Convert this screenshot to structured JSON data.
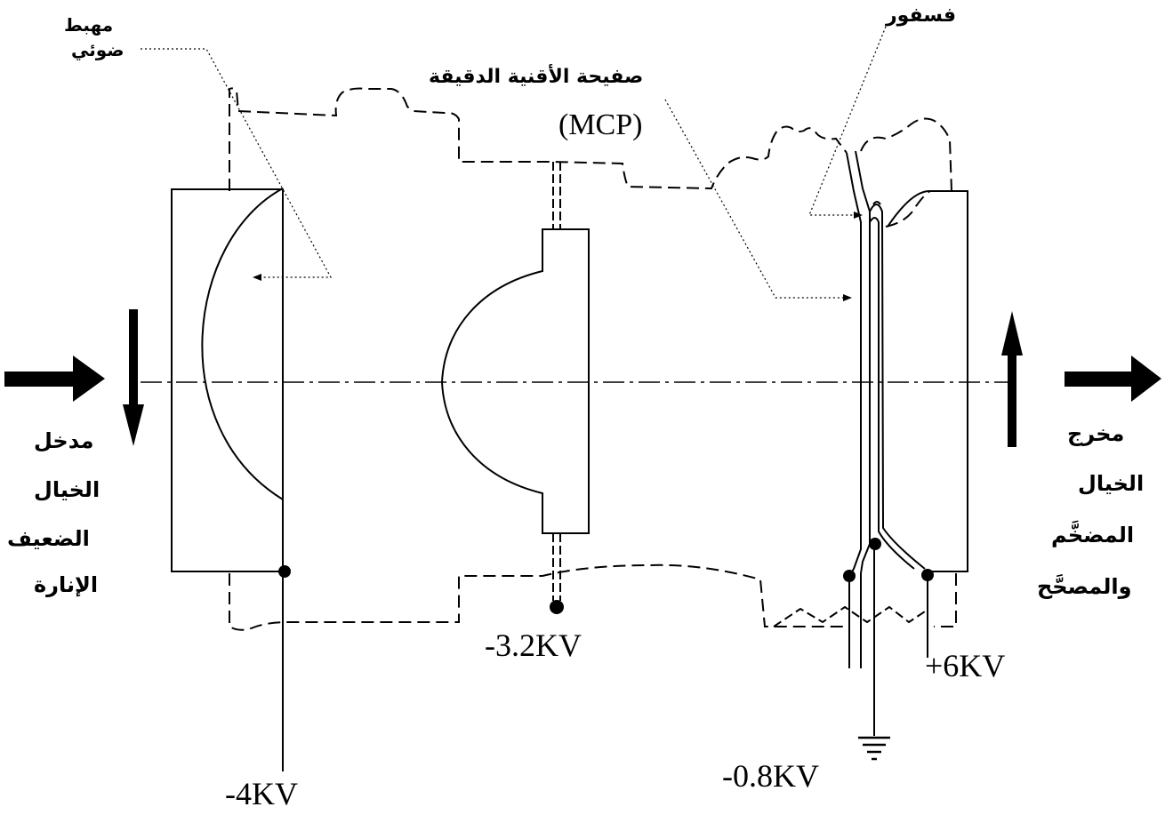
{
  "labels": {
    "photocathode_line1": "مهبط",
    "photocathode_line2": "ضوئي",
    "mcp_title": "صفيحة الأقنية الدقيقة",
    "mcp_abbrev": "(MCP)",
    "phosphor": "فسفور",
    "input_line1": "مدخل",
    "input_line2": "الخيال",
    "input_line3": "الضعيف",
    "input_line4": "الإنارة",
    "output_line1": "مخرج",
    "output_line2": "الخيال",
    "output_line3": "المضخَّم",
    "output_line4": "والمصحَّح"
  },
  "voltages": {
    "cathode": "-4KV",
    "focus": "-3.2KV",
    "mcp": "-0.8KV",
    "screen": "+6KV"
  },
  "colors": {
    "ink": "#000000",
    "background": "#ffffff"
  },
  "icons": {
    "input_arrow": "right-arrow-icon",
    "output_arrow": "right-arrow-icon",
    "input_image_arrow": "down-arrow-icon",
    "output_image_arrow": "up-arrow-icon",
    "ground": "ground-icon"
  }
}
